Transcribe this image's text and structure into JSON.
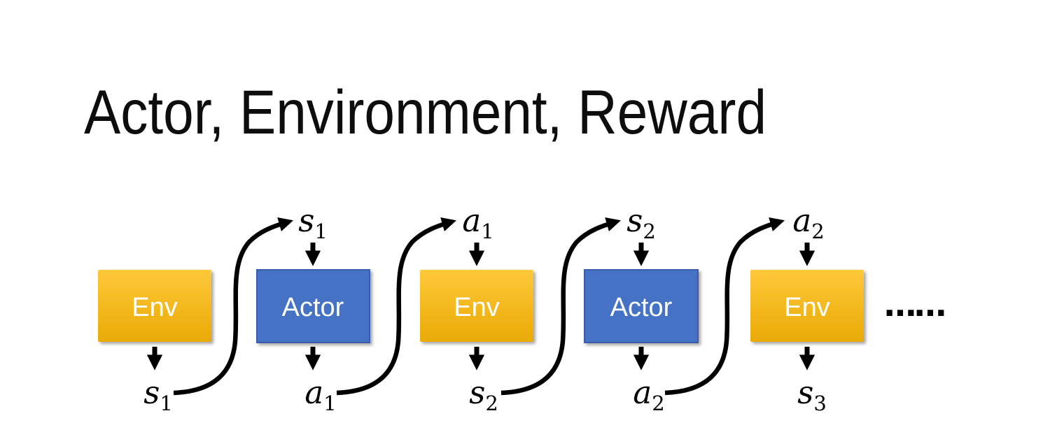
{
  "slide": {
    "title": "Actor, Environment, Reward"
  },
  "diagram": {
    "boxes": [
      {
        "id": "env-1",
        "label": "Env",
        "type": "env"
      },
      {
        "id": "actor-1",
        "label": "Actor",
        "type": "actor"
      },
      {
        "id": "env-2",
        "label": "Env",
        "type": "env"
      },
      {
        "id": "actor-2",
        "label": "Actor",
        "type": "actor"
      },
      {
        "id": "env-3",
        "label": "Env",
        "type": "env"
      }
    ],
    "top_labels": [
      {
        "base": "s",
        "sub": "1"
      },
      {
        "base": "a",
        "sub": "1"
      },
      {
        "base": "s",
        "sub": "2"
      },
      {
        "base": "a",
        "sub": "2"
      }
    ],
    "bottom_labels": [
      {
        "base": "s",
        "sub": "1"
      },
      {
        "base": "a",
        "sub": "1"
      },
      {
        "base": "s",
        "sub": "2"
      },
      {
        "base": "a",
        "sub": "2"
      },
      {
        "base": "s",
        "sub": "3"
      }
    ],
    "ellipsis": "……",
    "colors": {
      "env_gradient_top": "#FFC83A",
      "env_gradient_bottom": "#E9AA05",
      "actor_fill": "#4472C4",
      "actor_border": "#3B5BA8",
      "box_text": "#FFFFFF",
      "arrow": "#000000",
      "title_text": "#0D0D0D"
    }
  }
}
